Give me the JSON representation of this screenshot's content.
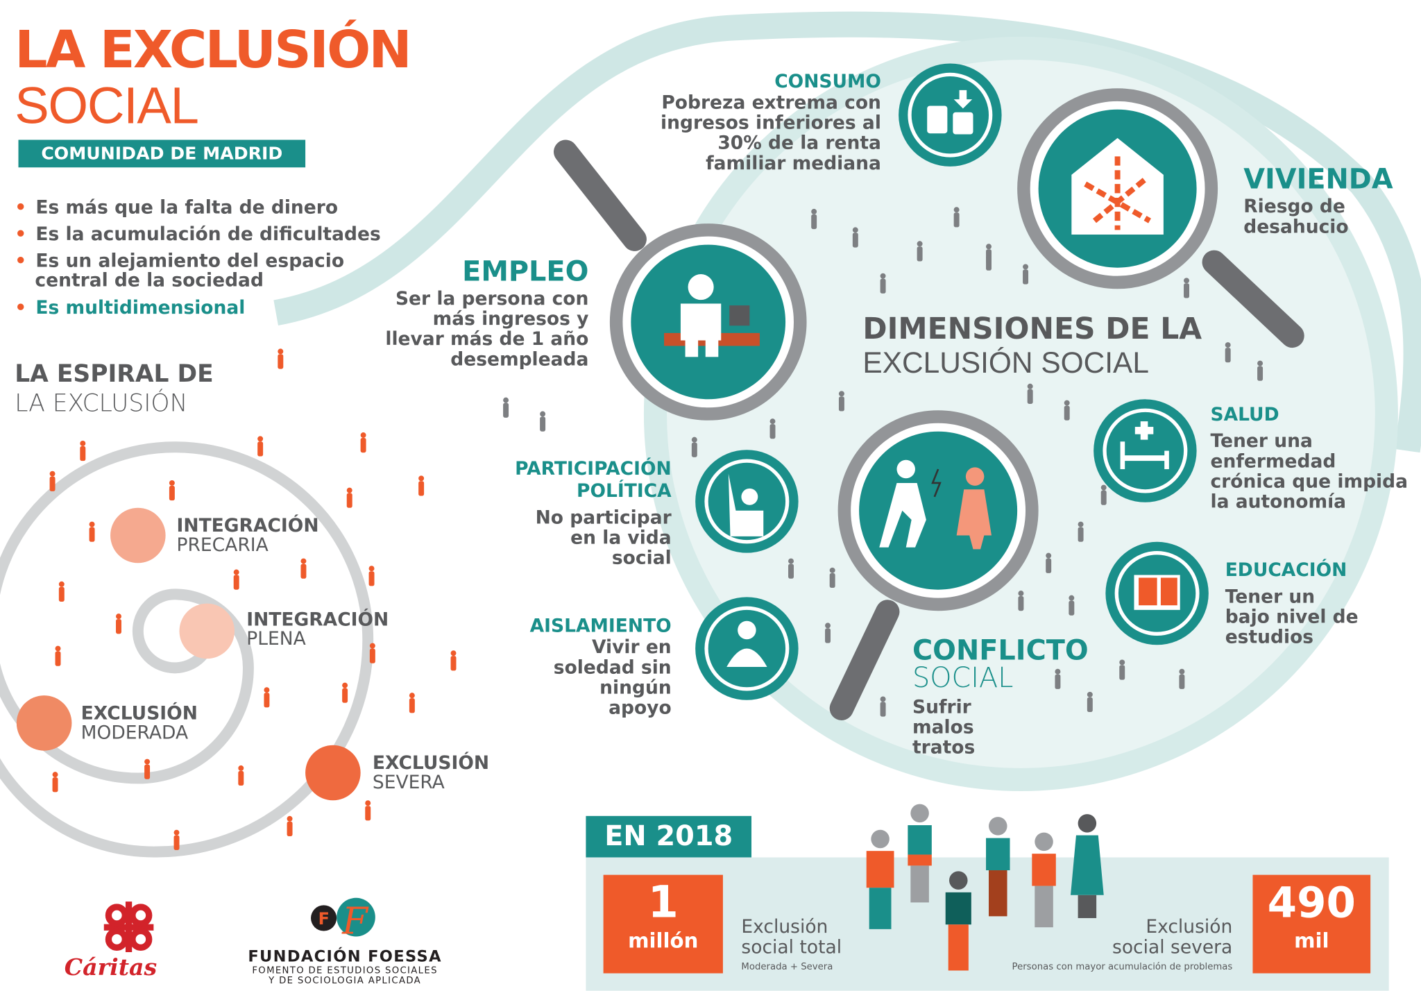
{
  "title": {
    "line1": "LA EXCLUSIÓN",
    "line2": "SOCIAL",
    "region": "COMUNIDAD DE MADRID"
  },
  "bullets": [
    "Es más que la falta de dinero",
    "Es la acumulación de dificultades",
    "Es un alejamiento del espacio central de la sociedad",
    "Es multidimensional"
  ],
  "spiral": {
    "title1": "LA ESPIRAL DE",
    "title2": "LA EXCLUSIÓN",
    "stages": [
      {
        "h": "INTEGRACIÓN",
        "s": "PRECARIA"
      },
      {
        "h": "INTEGRACIÓN",
        "s": "PLENA"
      },
      {
        "h": "EXCLUSIÓN",
        "s": "MODERADA"
      },
      {
        "h": "EXCLUSIÓN",
        "s": "SEVERA"
      }
    ]
  },
  "dimensions": {
    "title1": "DIMENSIONES DE LA",
    "title2": "EXCLUSIÓN SOCIAL",
    "consumo": {
      "h": "CONSUMO",
      "t": "Pobreza extrema con ingresos inferiores al 30% de la renta familiar mediana",
      "icon": "coins-icon"
    },
    "vivienda": {
      "h": "VIVIENDA",
      "t": "Riesgo de desahucio",
      "icon": "house-icon"
    },
    "empleo": {
      "h": "EMPLEO",
      "t": "Ser la persona con más ingresos y llevar más de 1 año desempleada",
      "icon": "unemployed-icon"
    },
    "participacion": {
      "h1": "PARTICIPACIÓN",
      "h2": "POLÍTICA",
      "t": "No participar en la vida social",
      "icon": "raised-hand-icon"
    },
    "aislamiento": {
      "h": "AISLAMIENTO",
      "t": "Vivir en soledad sin ningún apoyo",
      "icon": "isolated-person-icon"
    },
    "conflicto": {
      "h1": "CONFLICTO",
      "h2": "SOCIAL",
      "t": "Sufrir malos tratos",
      "icon": "fight-icon"
    },
    "salud": {
      "h": "SALUD",
      "t": "Tener una enfermedad crónica que impida la autonomía",
      "icon": "hospital-bed-icon"
    },
    "educacion": {
      "h": "EDUCACIÓN",
      "t": "Tener un bajo nivel de estudios",
      "icon": "book-icon"
    }
  },
  "stats": {
    "year": "EN 2018",
    "total": {
      "num": "1",
      "unit": "millón",
      "label1": "Exclusión",
      "label2": "social total",
      "note": "Moderada + Severa"
    },
    "severe": {
      "num": "490",
      "unit": "mil",
      "label1": "Exclusión",
      "label2": "social severa",
      "note": "Personas con mayor acumulación de problemas"
    }
  },
  "logos": {
    "caritas": "Cáritas",
    "foessa1": "FUNDACIÓN FOESSA",
    "foessa2": "FOMENTO DE ESTUDIOS SOCIALES",
    "foessa3": "Y DE SOCIOLOGIA APLICADA"
  },
  "colors": {
    "orange": "#ef5a2a",
    "teal": "#1a8f8a",
    "gray": "#58595b",
    "light": "#e6f2f1"
  }
}
